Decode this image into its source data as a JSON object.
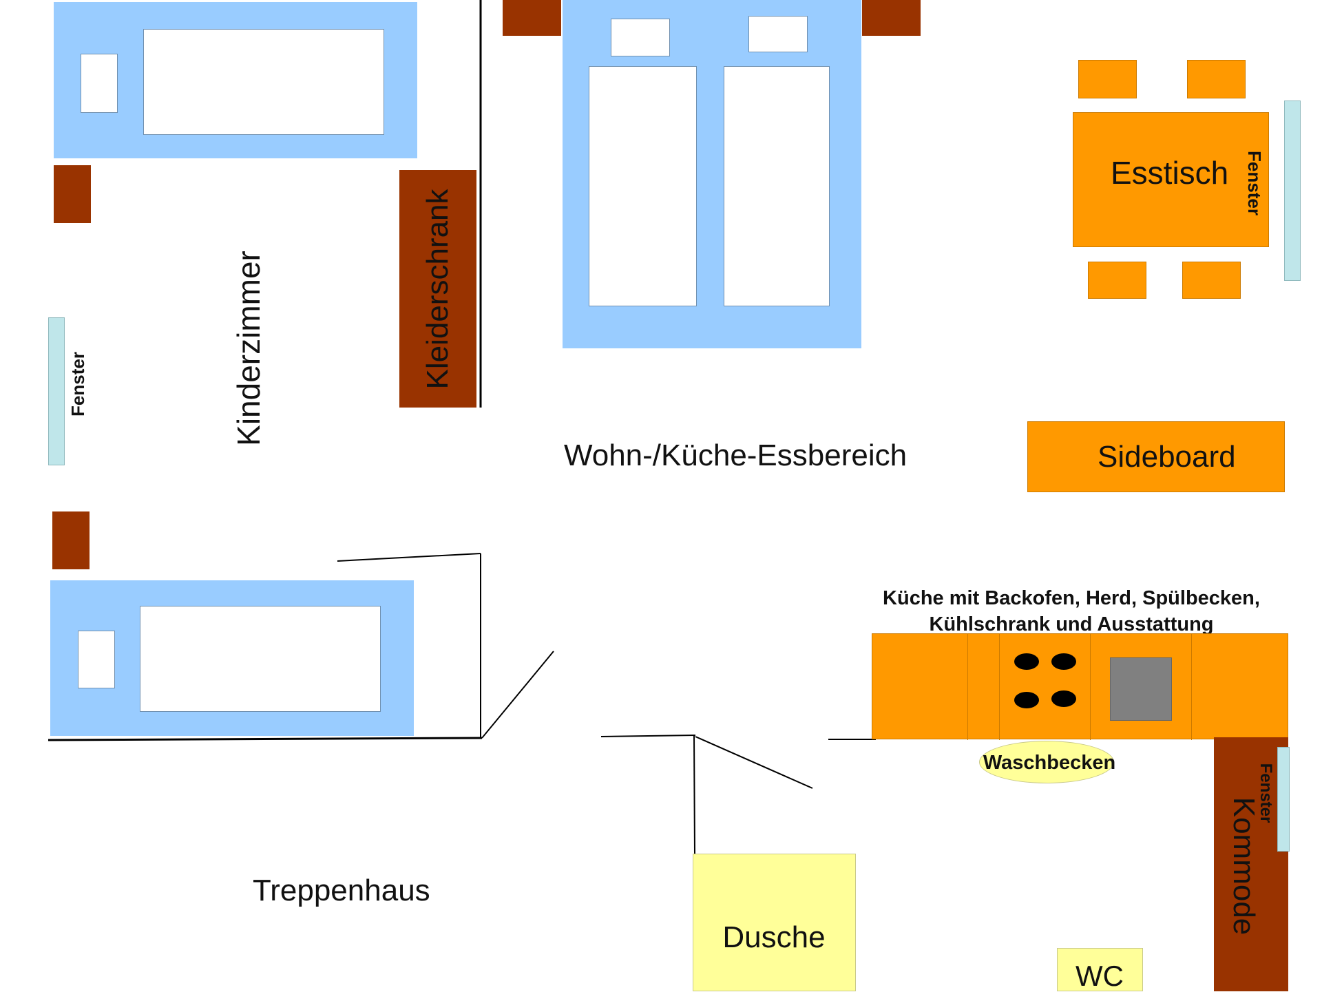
{
  "rooms": {
    "kinderzimmer": "Kinderzimmer",
    "wohnbereich": "Wohn-/Küche-Essbereich",
    "treppenhaus": "Treppenhaus"
  },
  "furniture": {
    "kleiderschrank": "Kleiderschrank",
    "esstisch": "Esstisch",
    "sideboard": "Sideboard",
    "kommode": "Kommode",
    "dusche": "Dusche",
    "wc": "WC",
    "waschbecken": "Waschbecken"
  },
  "windows": {
    "left": "Fenster",
    "right_top": "Fenster",
    "right_bottom": "Fenster"
  },
  "kitchen": {
    "line1": "Küche mit Backofen, Herd, Spülbecken,",
    "line2": "Kühlschrank und Ausstattung"
  },
  "colors": {
    "bed": "#99ccff",
    "nightstand": "#993300",
    "table": "#ff9900",
    "window": "#bfe6ea",
    "shower": "#ffff99"
  }
}
